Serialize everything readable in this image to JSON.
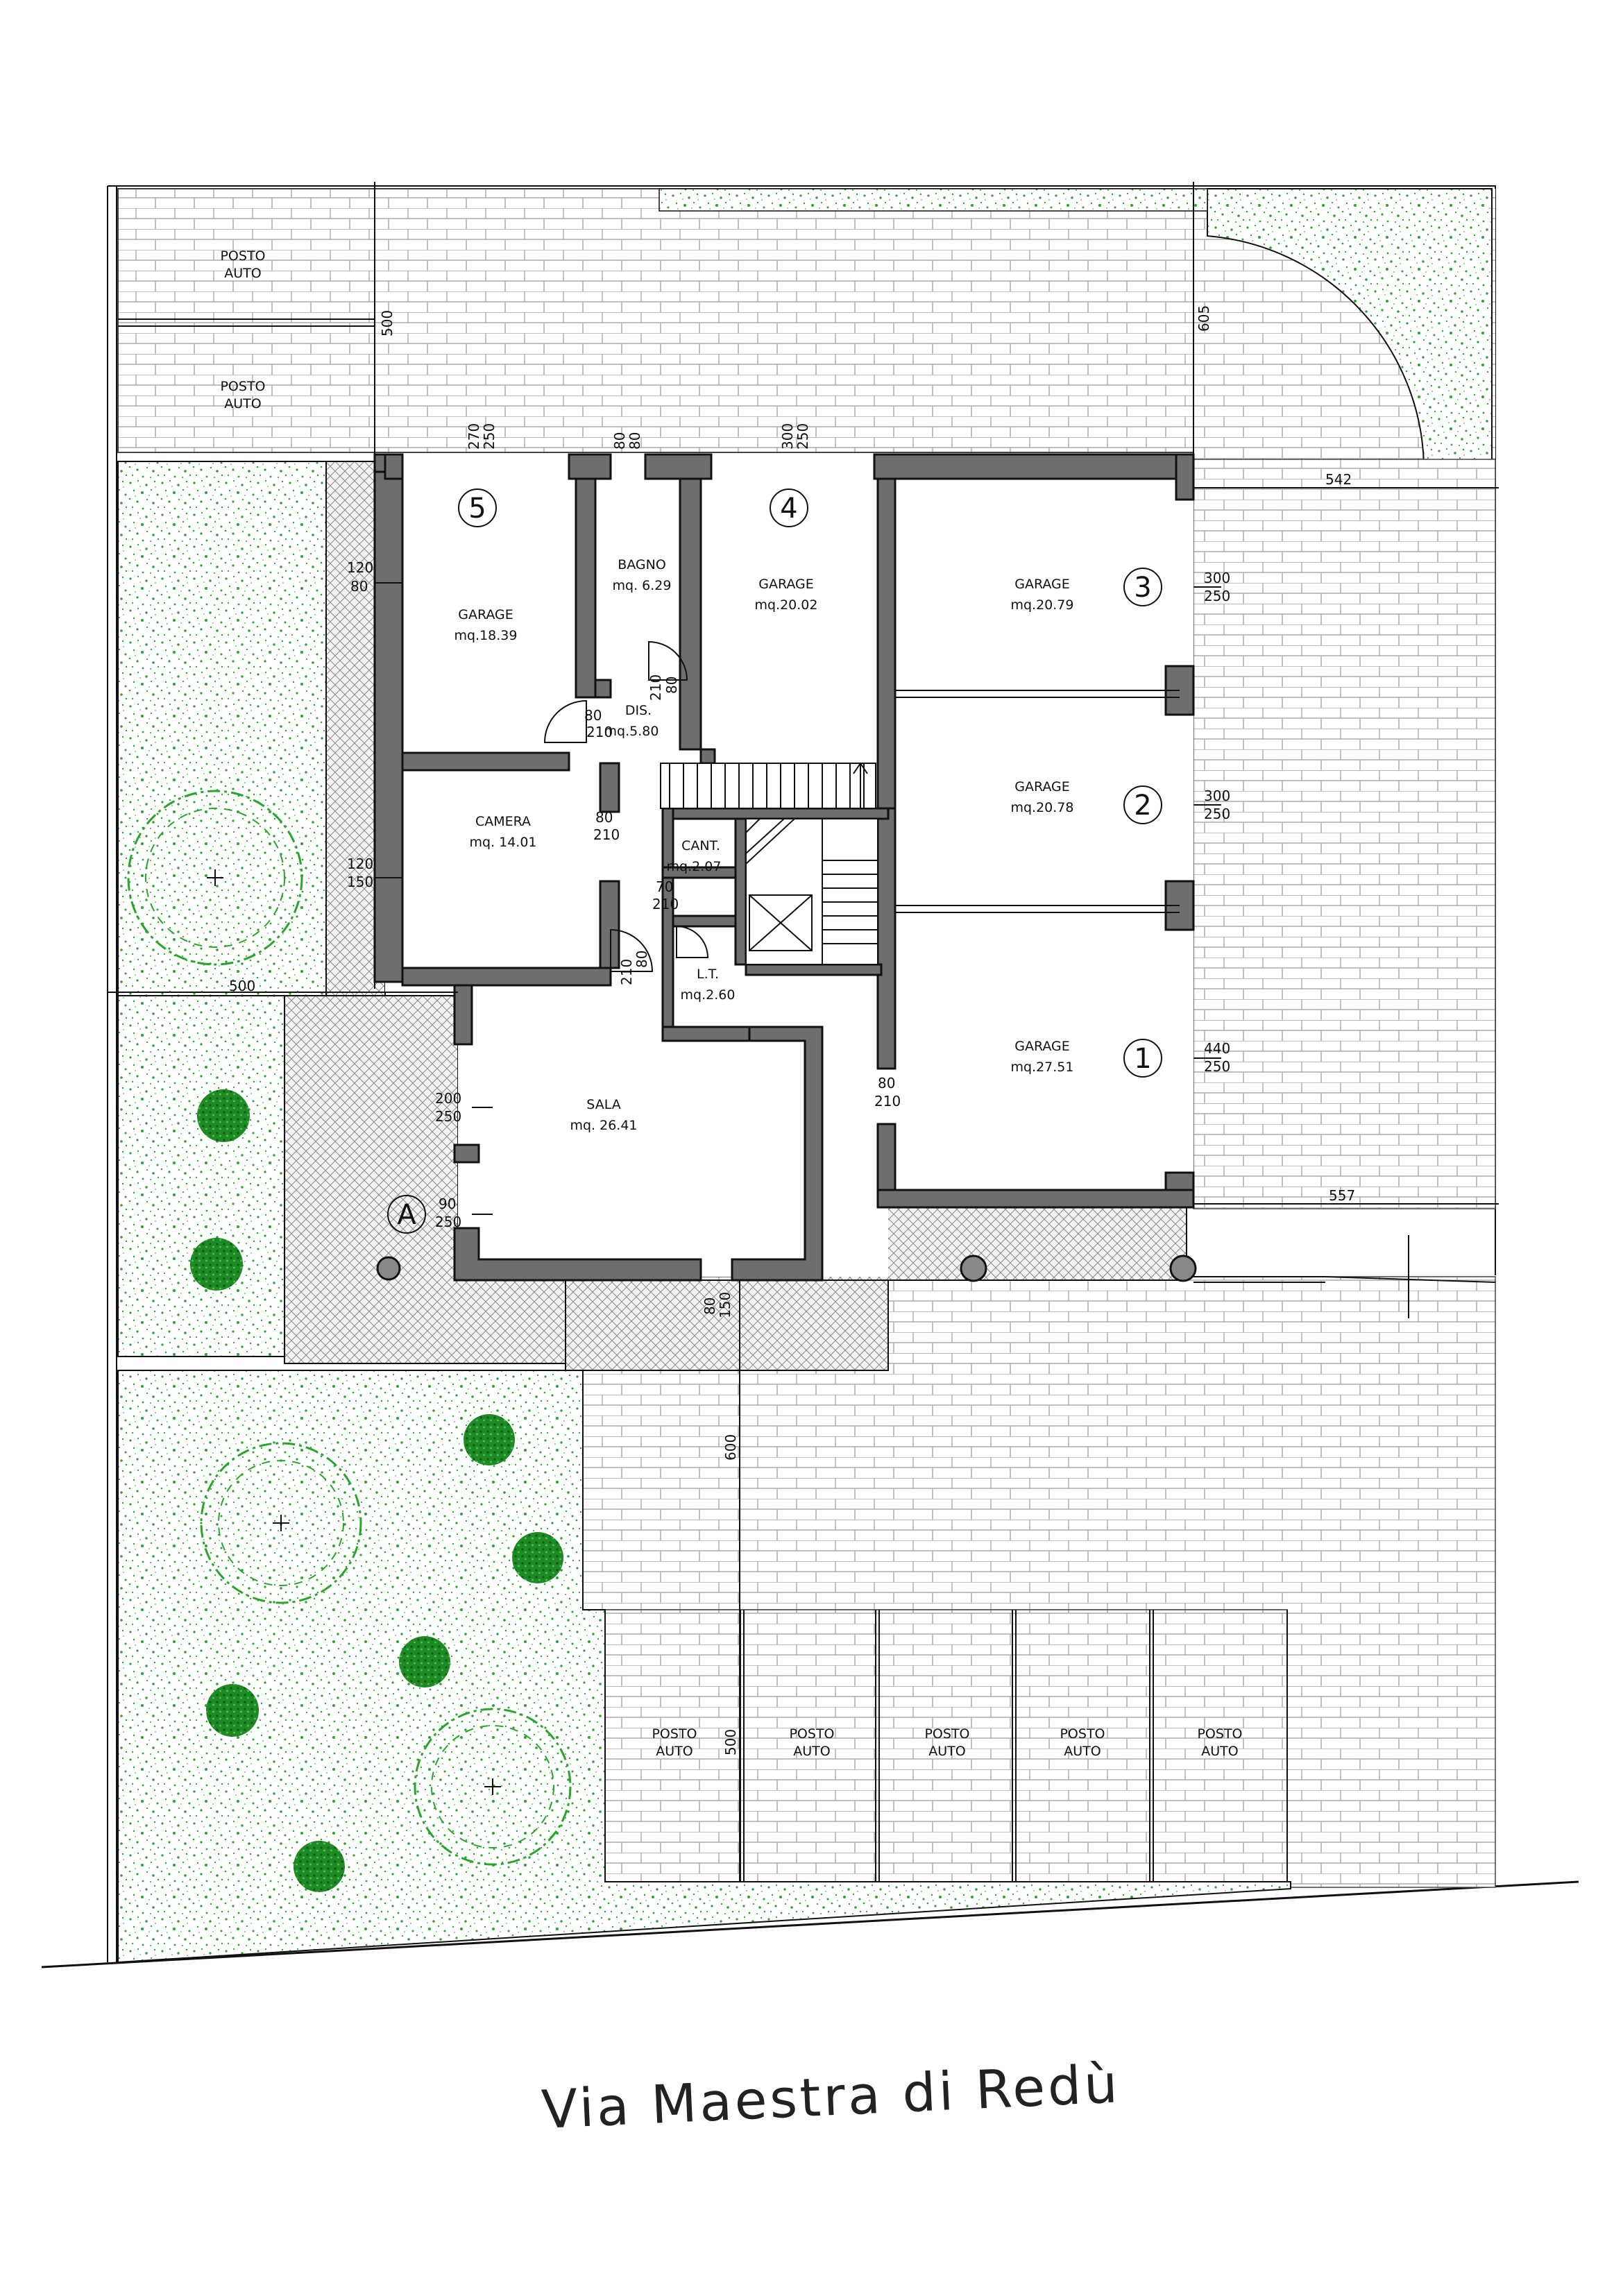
{
  "street": "Via Maestra di Redù",
  "colors": {
    "lawn": "#27a62a",
    "pavement_line": "#9b9b9b",
    "wall": "#6e6e6e",
    "herringbone": "#8a8a8a"
  },
  "rooms": {
    "garage5": {
      "name": "GARAGE",
      "area": "mq.18.39",
      "number": "5"
    },
    "bagno": {
      "name": "BAGNO",
      "area": "mq.  6.29"
    },
    "garage4": {
      "name": "GARAGE",
      "area": "mq.20.02",
      "number": "4"
    },
    "garage3": {
      "name": "GARAGE",
      "area": "mq.20.79",
      "number": "3"
    },
    "garage2": {
      "name": "GARAGE",
      "area": "mq.20.78",
      "number": "2"
    },
    "garage1": {
      "name": "GARAGE",
      "area": "mq.27.51",
      "number": "1"
    },
    "dis": {
      "name": "DIS.",
      "area": "mq.5.80"
    },
    "camera": {
      "name": "CAMERA",
      "area": "mq.  14.01"
    },
    "cant": {
      "name": "CANT.",
      "area": "mq.2.07"
    },
    "lt": {
      "name": "L.T.",
      "area": "mq.2.60"
    },
    "sala": {
      "name": "SALA",
      "area": "mq.  26.41"
    },
    "apartment_marker": "A"
  },
  "parking": {
    "label_top": "POSTO",
    "label_bottom": "AUTO",
    "count_top": 2,
    "count_bottom": 5
  },
  "dims": {
    "d500_top": "500",
    "d605": "605",
    "d270_250": [
      "270",
      "250"
    ],
    "d80_80_top": [
      "80",
      "80"
    ],
    "d300_250_top": [
      "300",
      "250"
    ],
    "d542": "542",
    "d120_80": [
      "120",
      "80"
    ],
    "d80_210_dis": [
      "80",
      "210"
    ],
    "d210_80_bagno": [
      "210",
      "80"
    ],
    "d300_250_g3": [
      "300",
      "250"
    ],
    "d300_250_g2": [
      "300",
      "250"
    ],
    "d80_210_camera": [
      "80",
      "210"
    ],
    "d120_150": [
      "120",
      "150"
    ],
    "d70_210": [
      "70",
      "210"
    ],
    "d500_mid": "500",
    "d80_210_sala": [
      "80",
      "210"
    ],
    "d200_250": [
      "200",
      "250"
    ],
    "d80_210_garage1": [
      "80",
      "210"
    ],
    "d440_250": [
      "440",
      "250"
    ],
    "d557": "557",
    "d90_250": [
      "90",
      "250"
    ],
    "d80_150": [
      "80",
      "150"
    ],
    "d600": "600",
    "d500_bottom": "500"
  }
}
